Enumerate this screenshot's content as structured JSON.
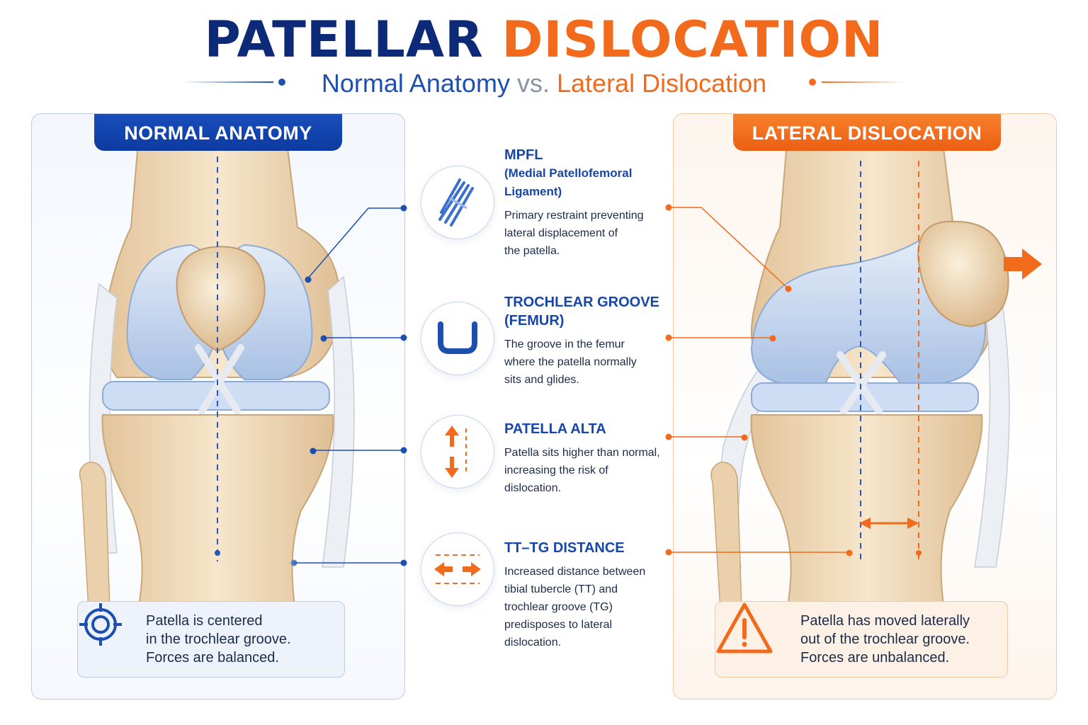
{
  "title": {
    "part1": "PATELLAR",
    "part2": "DISLOCATION"
  },
  "subtitle": {
    "normal": "Normal Anatomy",
    "vs": "vs.",
    "lateral": "Lateral Dislocation"
  },
  "colors": {
    "navy": "#0d2a78",
    "blue": "#1d4fb0",
    "orange": "#f26a1b",
    "bone": "#ecd4b0",
    "cartilage": "#bfd3ee"
  },
  "normal_panel": {
    "badge": "NORMAL ANATOMY",
    "note_icon": "target-icon",
    "note_lines": [
      "Patella is centered",
      "in the trochlear groove.",
      "Forces are balanced."
    ]
  },
  "lateral_panel": {
    "badge": "LATERAL DISLOCATION",
    "note_icon": "warning-icon",
    "note_lines": [
      "Patella has moved laterally",
      "out of the trochlear groove.",
      "Forces are unbalanced."
    ]
  },
  "features": [
    {
      "icon": "ligament-icon",
      "title_lines": [
        "MPFL"
      ],
      "subtitle_lines": [
        "(Medial Patellofemoral",
        "Ligament)"
      ],
      "desc_lines": [
        "Primary restraint preventing",
        "lateral displacement of",
        "the patella."
      ]
    },
    {
      "icon": "groove-icon",
      "title_lines": [
        "TROCHLEAR GROOVE",
        "(FEMUR)"
      ],
      "desc_lines": [
        "The groove in the femur",
        "where the patella normally",
        "sits and glides."
      ]
    },
    {
      "icon": "up-down-arrows-icon",
      "title_lines": [
        "PATELLA ALTA"
      ],
      "desc_lines": [
        "Patella sits higher than normal,",
        "increasing the risk of",
        "dislocation."
      ]
    },
    {
      "icon": "distance-arrows-icon",
      "title_lines": [
        "TT–TG DISTANCE"
      ],
      "desc_lines": [
        "Increased distance between",
        "tibial tubercle (TT) and",
        "trochlear groove (TG)",
        "predisposes to lateral",
        "dislocation."
      ]
    }
  ]
}
